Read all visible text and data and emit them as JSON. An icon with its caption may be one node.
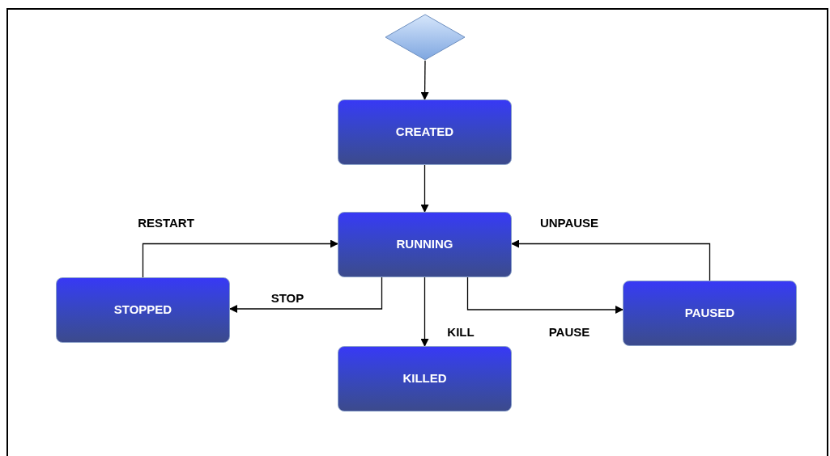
{
  "diagram": {
    "nodes": [
      {
        "text": [],
        "shape": "diamond"
      },
      {
        "text": [
          "CREATED"
        ]
      },
      {
        "text": [
          "RUNNING"
        ]
      },
      {
        "text": [
          "STOPPED"
        ]
      },
      {
        "text": [
          "PAUSED"
        ]
      },
      {
        "text": [
          "KILLED"
        ]
      }
    ],
    "edges": [
      {
        "from": 0,
        "to": 1,
        "arrow": "to"
      },
      {
        "from": 1,
        "to": 2,
        "arrow": "to"
      },
      {
        "from": 3,
        "to": 2,
        "arrow": "to",
        "label": "RESTART"
      },
      {
        "from": 2,
        "to": 3,
        "arrow": "to",
        "label": "STOP"
      },
      {
        "from": 2,
        "to": 5,
        "arrow": "to",
        "label": "KILL"
      },
      {
        "from": 2,
        "to": 4,
        "arrow": "to",
        "label": "PAUSE"
      },
      {
        "from": 4,
        "to": 2,
        "arrow": "to",
        "label": "UNPAUSE"
      }
    ]
  }
}
